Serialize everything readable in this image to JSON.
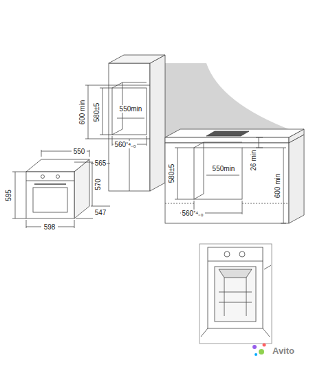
{
  "diagram": {
    "labels": [
      "600 min",
      "580±5",
      "550min",
      "560⁺⁴₋₀",
      "550",
      "565",
      "595",
      "570",
      "598",
      "547",
      "580±5",
      "550min",
      "26 min",
      "600 min",
      "560⁺⁴₋₀",
      "Avito"
    ]
  }
}
